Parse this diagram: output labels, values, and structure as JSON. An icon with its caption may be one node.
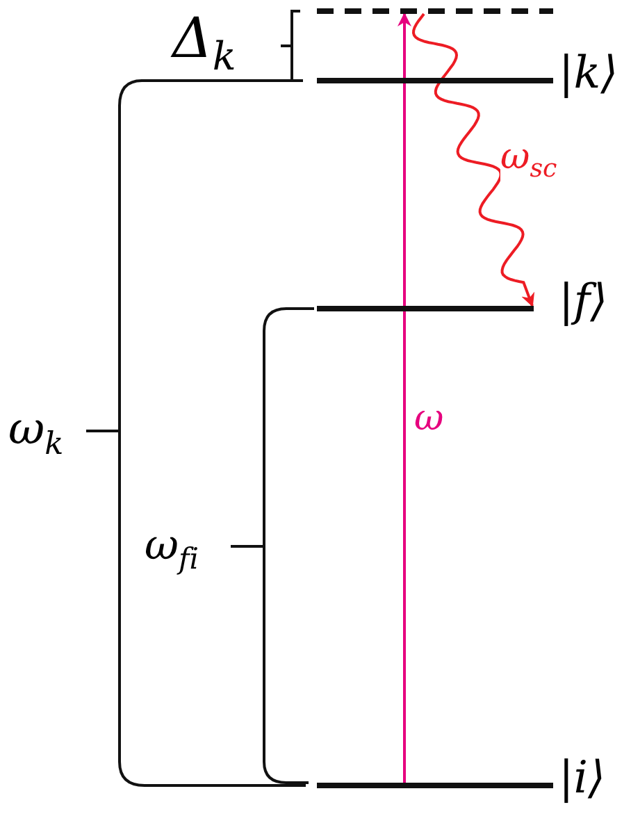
{
  "diagram": {
    "nodes": [
      {
        "text": [],
        "shape": "bar"
      },
      {
        "text": [],
        "shape": "bar",
        "beside": [
          "|k⟩"
        ]
      },
      {
        "text": [],
        "shape": "bar",
        "beside": [
          "|f⟩"
        ]
      },
      {
        "text": [],
        "shape": "bar",
        "beside": [
          "|i⟩"
        ]
      }
    ],
    "edges": [
      {
        "from": 3,
        "to": 0,
        "arrow": "to",
        "label": "ω",
        "color": "#e6007e"
      },
      {
        "from": 0,
        "to": 2,
        "arrow": "to",
        "label": "ω$_{sc}$",
        "color": "#ed1c24"
      }
    ],
    "labels": [
      "Δ$_{k}$",
      "ω$_{k}$",
      "ω$_{fi}$"
    ]
  }
}
